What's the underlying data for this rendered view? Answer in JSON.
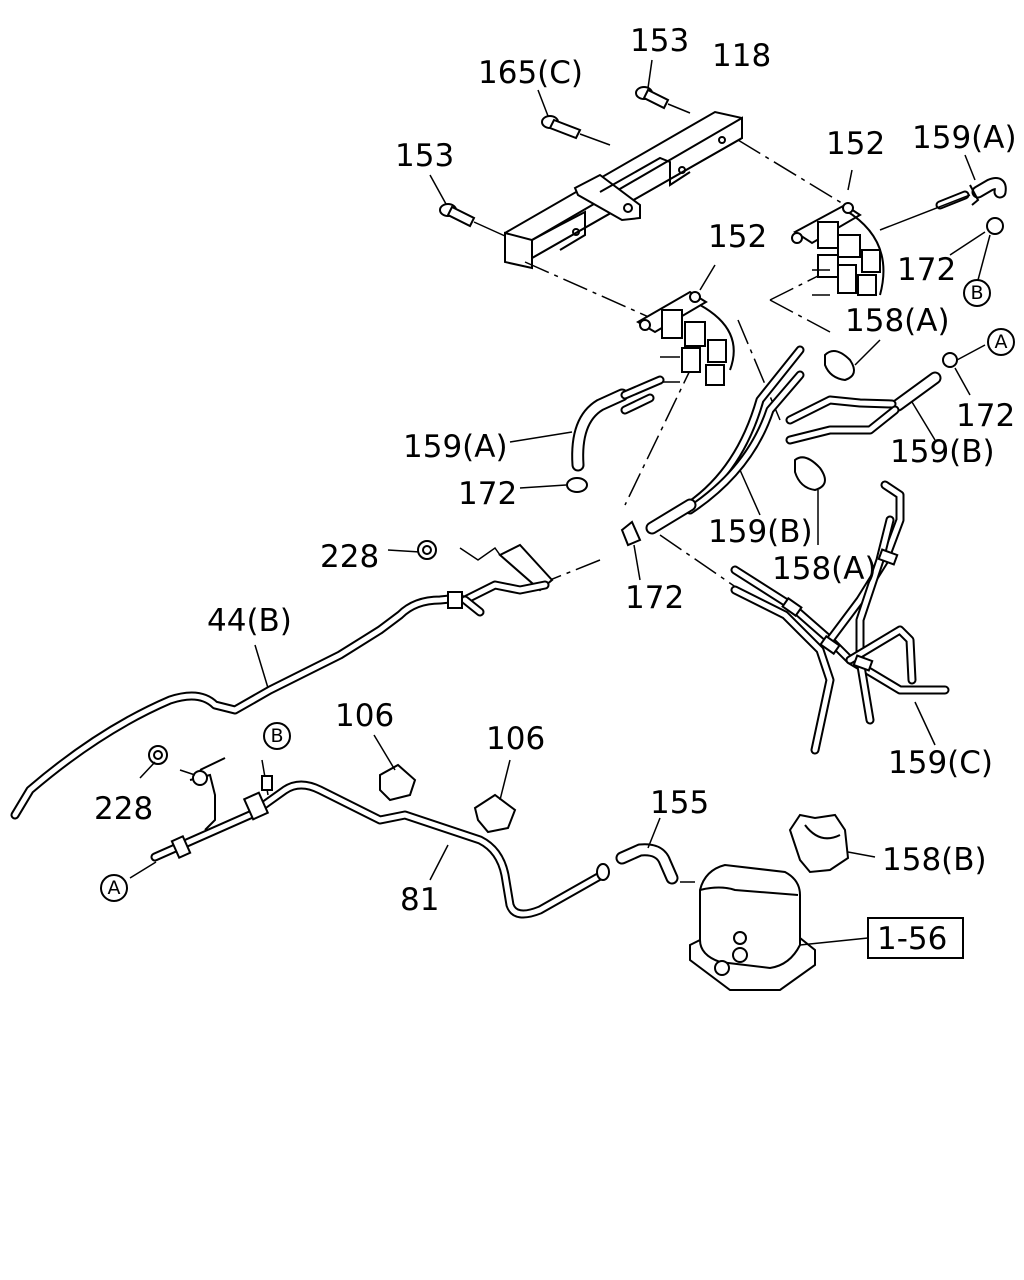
{
  "callouts": {
    "c153_top": "153",
    "c118": "118",
    "c165c": "165(C)",
    "c153_left": "153",
    "c152_right": "152",
    "c159a_right": "159(A)",
    "c152_mid": "152",
    "c172_b": "172",
    "c158a_top": "158(A)",
    "c172_a": "172",
    "c159a_left": "159(A)",
    "c159b_right": "159(B)",
    "c172_mid": "172",
    "c159b_mid": "159(B)",
    "c158a_mid": "158(A)",
    "c228_top": "228",
    "c172_low": "172",
    "c44b": "44(B)",
    "c106_left": "106",
    "c106_right": "106",
    "c159c": "159(C)",
    "c228_low": "228",
    "c155": "155",
    "c158b": "158(B)",
    "c81": "81",
    "c1_56": "1-56"
  },
  "markers": {
    "a_right": "A",
    "b_right": "B",
    "b_left": "B",
    "a_left": "A"
  }
}
